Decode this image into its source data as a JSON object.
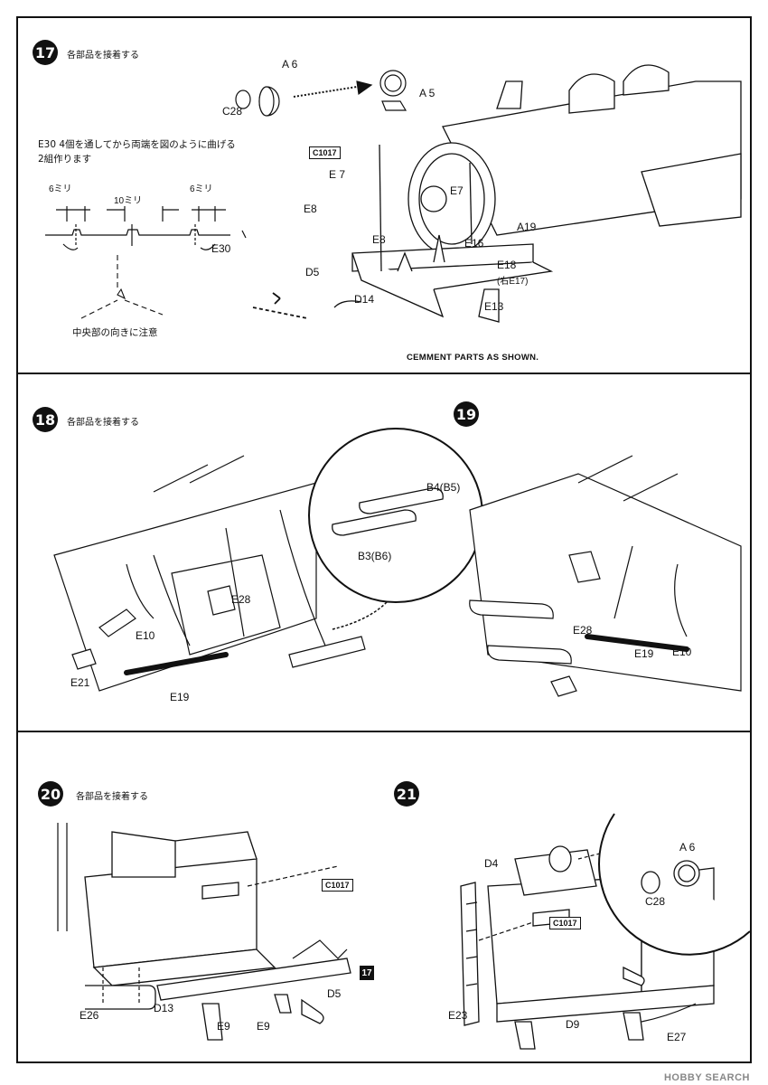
{
  "colors": {
    "ink": "#111111",
    "paper": "#ffffff"
  },
  "step17": {
    "number": "17",
    "title": "各部品を接着する",
    "note_line1": "E30 4個を通してから両端を図のように曲げる",
    "note_line2": "2組作ります",
    "note_center": "中央部の向きに注意",
    "dim_left": "6ミリ",
    "dim_mid": "10ミリ",
    "dim_right": "6ミリ",
    "plate": "C1017",
    "caption": "CEMMENT PARTS AS SHOWN.",
    "labels": {
      "a6": "A 6",
      "c28": "C28",
      "a5": "A 5",
      "e7a": "E 7",
      "e7b": "E7",
      "e8a": "E8",
      "e8b": "E8",
      "e16": "E16",
      "a19": "A19",
      "e18": "E18",
      "e18note": "(右E17)",
      "d5": "D5",
      "d14": "D14",
      "e13": "E13",
      "e30": "E30"
    }
  },
  "step18": {
    "number": "18",
    "title": "各部品を接着する",
    "labels": {
      "e10": "E10",
      "e21": "E21",
      "e28": "E28",
      "e19": "E19"
    }
  },
  "step19": {
    "number": "19",
    "labels": {
      "b4": "B4(B5)",
      "b3": "B3(B6)",
      "e28": "E28",
      "e19": "E19",
      "e10": "E10"
    }
  },
  "step20": {
    "number": "20",
    "title": "各部品を接着する",
    "plate": "C1017",
    "ref": "17",
    "labels": {
      "e26": "E26",
      "d13": "D13",
      "e9a": "E9",
      "e9b": "E9",
      "d5": "D5"
    }
  },
  "step21": {
    "number": "21",
    "plate": "C1017",
    "labels": {
      "a6": "A 6",
      "c28": "C28",
      "d4": "D4",
      "e23": "E23",
      "d9": "D9",
      "e27": "E27"
    }
  },
  "watermark": "HOBBY SEARCH"
}
